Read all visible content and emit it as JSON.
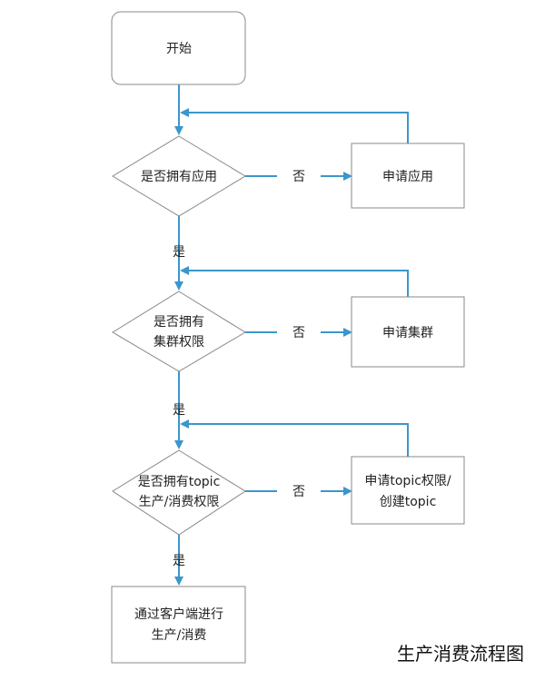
{
  "nodes": {
    "start": [
      "开始"
    ],
    "check_app": [
      "是否拥有应用"
    ],
    "apply_app": [
      "申请应用"
    ],
    "check_cluster": [
      "是否拥有",
      "集群权限"
    ],
    "apply_cluster": [
      "申请集群"
    ],
    "check_topic": [
      "是否拥有topic",
      "生产/消费权限"
    ],
    "apply_topic": [
      "申请topic权限/",
      "创建topic"
    ],
    "end": [
      "通过客户端进行",
      "生产/消费"
    ]
  },
  "edge_labels": {
    "no_1": "否",
    "no_2": "否",
    "no_3": "否",
    "yes_1": "是",
    "yes_2": "是",
    "yes_3": "是"
  },
  "caption": "生产消费流程图",
  "colors": {
    "arrow": "#3b96cc",
    "node_border": "#888888",
    "text": "#222222"
  }
}
